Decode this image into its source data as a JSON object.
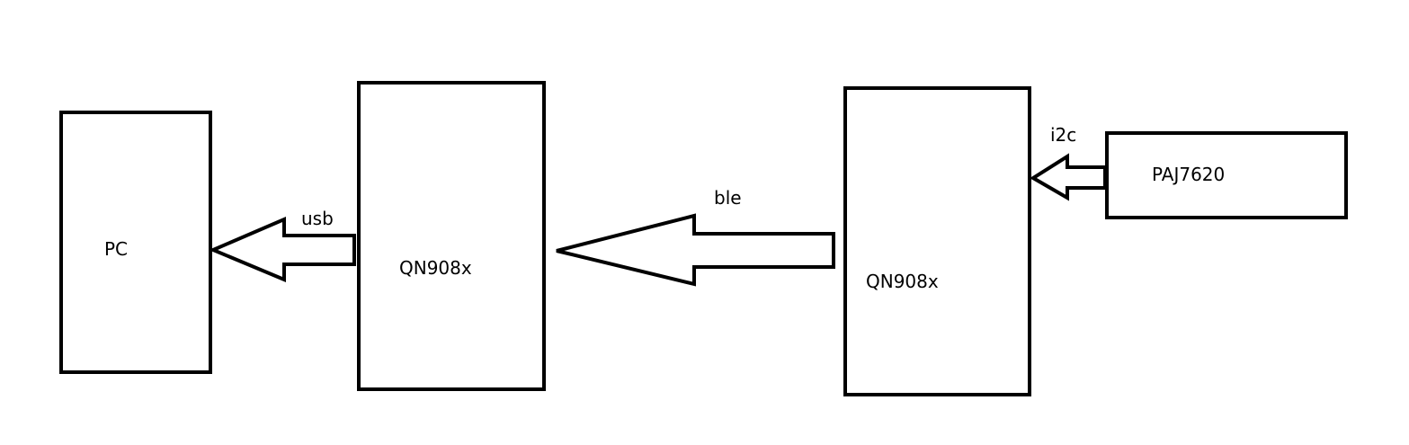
{
  "diagram": {
    "nodes": {
      "pc": {
        "label": "PC"
      },
      "qn_left": {
        "label": "QN908x"
      },
      "qn_right": {
        "label": "QN908x"
      },
      "paj": {
        "label": "PAJ7620"
      }
    },
    "edges": {
      "usb": {
        "label": "usb",
        "from": "QN908x",
        "to": "PC"
      },
      "ble": {
        "label": "ble",
        "from": "QN908x",
        "to": "QN908x"
      },
      "i2c": {
        "label": "i2c",
        "from": "PAJ7620",
        "to": "QN908x"
      }
    },
    "colors": {
      "stroke": "#000000",
      "background": "#ffffff"
    }
  }
}
